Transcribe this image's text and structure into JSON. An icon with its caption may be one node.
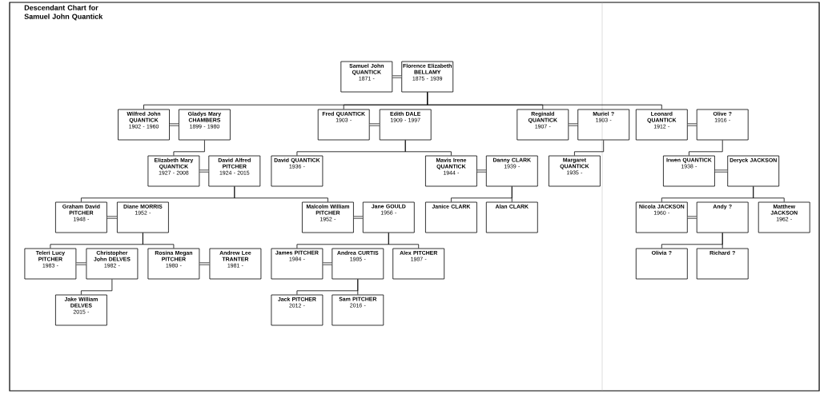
{
  "diagram": {
    "title": "Descendant Chart for Samuel John Quantick",
    "nodes": [
      {
        "text": [
          "Samuel John QUANTICK",
          "1871 -"
        ]
      },
      {
        "text": [
          "Florence Elizabeth BELLAMY",
          "1875 - 1939"
        ]
      },
      {
        "text": [
          "Wilfred John QUANTICK",
          "1902 - 1960"
        ]
      },
      {
        "text": [
          "Gladys Mary CHAMBERS",
          "1899 - 1980"
        ]
      },
      {
        "text": [
          "Fred QUANTICK",
          "1903 -"
        ]
      },
      {
        "text": [
          "Edith DALE",
          "1909 - 1997"
        ]
      },
      {
        "text": [
          "Reginald QUANTICK",
          "1907 -"
        ]
      },
      {
        "text": [
          "Muriel ?",
          "1903 -"
        ]
      },
      {
        "text": [
          "Leonard QUANTICK",
          "1912 -"
        ]
      },
      {
        "text": [
          "Olive ?",
          "1916 -"
        ]
      },
      {
        "text": [
          "Elizabeth Mary QUANTICK",
          "1927 - 2008"
        ]
      },
      {
        "text": [
          "David Alfred PITCHER",
          "1924 - 2015"
        ]
      },
      {
        "text": [
          "David QUANTICK",
          "1936 -"
        ]
      },
      {
        "text": [
          "Mavis Irene QUANTICK",
          "1944 -"
        ]
      },
      {
        "text": [
          "Danny CLARK",
          "1939 -"
        ]
      },
      {
        "text": [
          "Margaret QUANTICK",
          "1935 -"
        ]
      },
      {
        "text": [
          "Irwen QUANTICK",
          "1938 -"
        ]
      },
      {
        "text": [
          "Deryck JACKSON"
        ]
      },
      {
        "text": [
          "Graham David PITCHER",
          "1948 -"
        ]
      },
      {
        "text": [
          "Diane MORRIS",
          "1952 -"
        ]
      },
      {
        "text": [
          "Malcolm William PITCHER",
          "1952 -"
        ]
      },
      {
        "text": [
          "Jane GOULD",
          "1956 -"
        ]
      },
      {
        "text": [
          "Janice CLARK"
        ]
      },
      {
        "text": [
          "Alan CLARK"
        ]
      },
      {
        "text": [
          "Nicola JACKSON",
          "1960 -"
        ]
      },
      {
        "text": [
          "Andy ?"
        ]
      },
      {
        "text": [
          "Matthew JACKSON",
          "1962 -"
        ]
      },
      {
        "text": [
          "Teleri Lucy PITCHER",
          "1983 -"
        ]
      },
      {
        "text": [
          "Christopher John DELVES",
          "1982 -"
        ]
      },
      {
        "text": [
          "Rosina Megan PITCHER",
          "1980 -"
        ]
      },
      {
        "text": [
          "Andrew Lee TRANTER",
          "1981 -"
        ]
      },
      {
        "text": [
          "James PITCHER",
          "1984 -"
        ]
      },
      {
        "text": [
          "Andrea CURTIS",
          "1985 -"
        ]
      },
      {
        "text": [
          "Alex PITCHER",
          "1987 -"
        ]
      },
      {
        "text": [
          "Olivia ?"
        ]
      },
      {
        "text": [
          "Richard ?"
        ]
      },
      {
        "text": [
          "Jake William DELVES",
          "2015 -"
        ]
      },
      {
        "text": [
          "Jack PITCHER",
          "2012 -"
        ]
      },
      {
        "text": [
          "Sam PITCHER",
          "2016 -"
        ]
      }
    ],
    "edges": [
      {
        "from": 0,
        "to": 1,
        "arrow": "none",
        "style": "thick"
      },
      {
        "from": 2,
        "to": 3,
        "arrow": "none",
        "style": "thick"
      },
      {
        "from": 4,
        "to": 5,
        "arrow": "none",
        "style": "thick"
      },
      {
        "from": 6,
        "to": 7,
        "arrow": "none",
        "style": "thick"
      },
      {
        "from": 8,
        "to": 9,
        "arrow": "none",
        "style": "thick"
      },
      {
        "from": 10,
        "to": 11,
        "arrow": "none",
        "style": "thick"
      },
      {
        "from": 13,
        "to": 14,
        "arrow": "none",
        "style": "thick"
      },
      {
        "from": 16,
        "to": 17,
        "arrow": "none",
        "style": "thick"
      },
      {
        "from": 18,
        "to": 19,
        "arrow": "none",
        "style": "thick"
      },
      {
        "from": 20,
        "to": 21,
        "arrow": "none",
        "style": "thick"
      },
      {
        "from": 24,
        "to": 25,
        "arrow": "none",
        "style": "thick"
      },
      {
        "from": 27,
        "to": 28,
        "arrow": "none",
        "style": "thick"
      },
      {
        "from": 29,
        "to": 30,
        "arrow": "none",
        "style": "thick"
      },
      {
        "from": 31,
        "to": 32,
        "arrow": "none",
        "style": "thick"
      },
      {
        "from": 1,
        "to": 2,
        "arrow": "none"
      },
      {
        "from": 1,
        "to": 4,
        "arrow": "none"
      },
      {
        "from": 1,
        "to": 6,
        "arrow": "none"
      },
      {
        "from": 1,
        "to": 8,
        "arrow": "none"
      },
      {
        "from": 3,
        "to": 10,
        "arrow": "none"
      },
      {
        "from": 5,
        "to": 12,
        "arrow": "none"
      },
      {
        "from": 5,
        "to": 13,
        "arrow": "none"
      },
      {
        "from": 7,
        "to": 15,
        "arrow": "none"
      },
      {
        "from": 9,
        "to": 16,
        "arrow": "none"
      },
      {
        "from": 11,
        "to": 18,
        "arrow": "none"
      },
      {
        "from": 11,
        "to": 20,
        "arrow": "none"
      },
      {
        "from": 14,
        "to": 22,
        "arrow": "none"
      },
      {
        "from": 14,
        "to": 23,
        "arrow": "none"
      },
      {
        "from": 17,
        "to": 24,
        "arrow": "none"
      },
      {
        "from": 17,
        "to": 26,
        "arrow": "none"
      },
      {
        "from": 19,
        "to": 27,
        "arrow": "none"
      },
      {
        "from": 19,
        "to": 29,
        "arrow": "none"
      },
      {
        "from": 21,
        "to": 31,
        "arrow": "none"
      },
      {
        "from": 21,
        "to": 33,
        "arrow": "none"
      },
      {
        "from": 25,
        "to": 34,
        "arrow": "none"
      },
      {
        "from": 25,
        "to": 35,
        "arrow": "none"
      },
      {
        "from": 28,
        "to": 36,
        "arrow": "none"
      },
      {
        "from": 32,
        "to": 37,
        "arrow": "none"
      },
      {
        "from": 32,
        "to": 38,
        "arrow": "none"
      }
    ]
  }
}
